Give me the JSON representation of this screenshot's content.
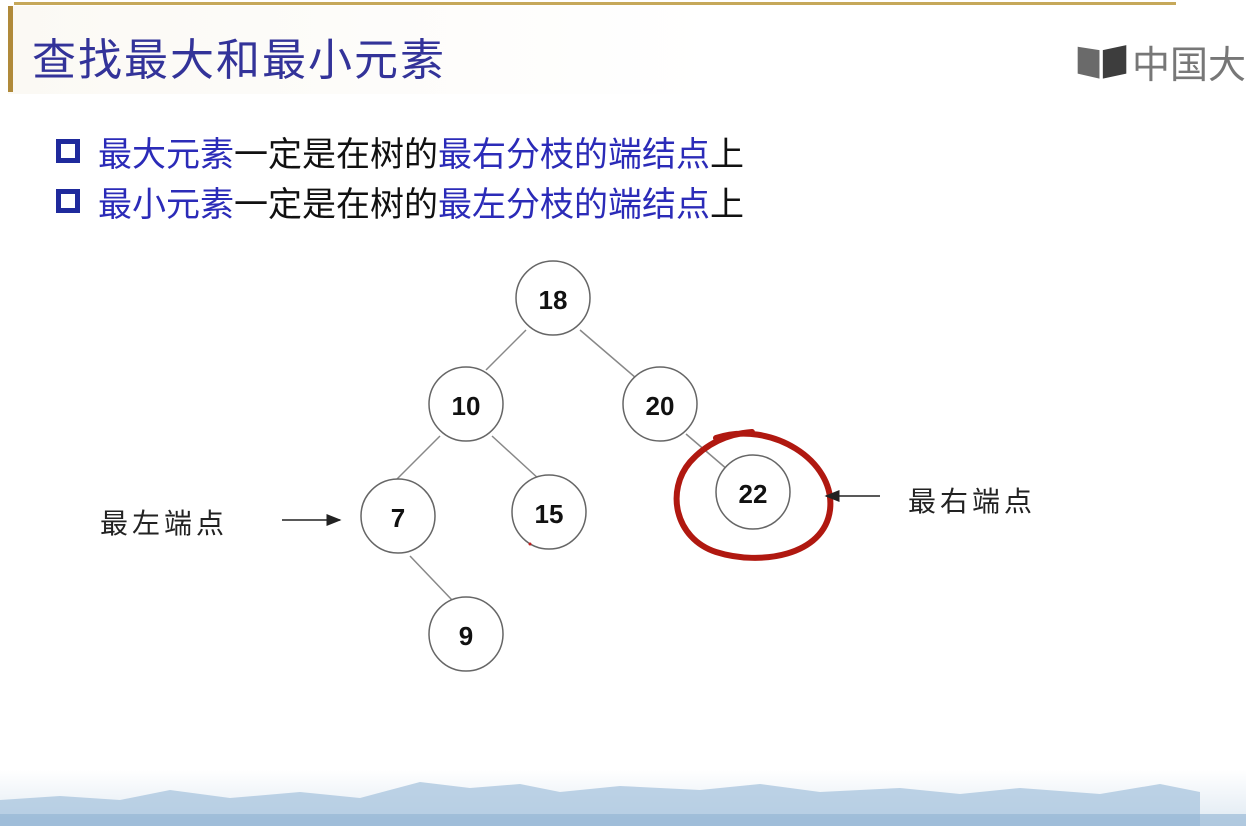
{
  "slide": {
    "title": "查找最大和最小元素",
    "logo_text": "中国大"
  },
  "bullets": [
    {
      "highlight": "最大元素",
      "middle": "一定是在树的",
      "highlight2": "最右分枝的端结点",
      "tail": "上"
    },
    {
      "highlight": "最小元素",
      "middle": "一定是在树的",
      "highlight2": "最左分枝的端结点",
      "tail": "上"
    }
  ],
  "tree": {
    "nodes": [
      {
        "id": "n18",
        "label": "18"
      },
      {
        "id": "n10",
        "label": "10"
      },
      {
        "id": "n20",
        "label": "20"
      },
      {
        "id": "n7",
        "label": "7"
      },
      {
        "id": "n15",
        "label": "15"
      },
      {
        "id": "n22",
        "label": "22"
      },
      {
        "id": "n9",
        "label": "9"
      }
    ],
    "edges": [
      [
        "n18",
        "n10"
      ],
      [
        "n18",
        "n20"
      ],
      [
        "n10",
        "n7"
      ],
      [
        "n10",
        "n15"
      ],
      [
        "n20",
        "n22"
      ],
      [
        "n7",
        "n9"
      ]
    ],
    "highlighted_node": "n22",
    "highlight_color": "#b01810"
  },
  "annotations": {
    "left_label": "最左端点",
    "right_label": "最右端点"
  },
  "colors": {
    "title": "#333399",
    "highlight_text": "#2b2bb8",
    "checkbox": "#1f2a9c"
  }
}
